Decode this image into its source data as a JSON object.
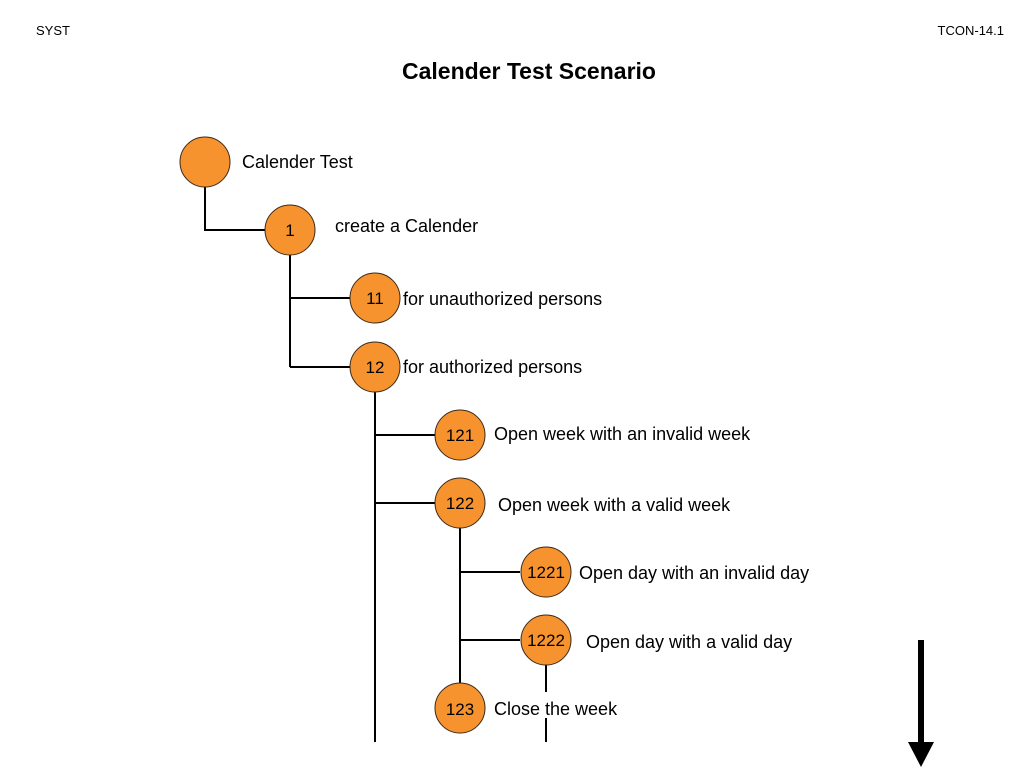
{
  "header": {
    "left": "SYST",
    "right": "TCON-14.1"
  },
  "title": "Calender Test Scenario",
  "colors": {
    "node_fill": "#F7932F",
    "line": "#000000"
  },
  "nodes": [
    {
      "id": "root",
      "number": "",
      "label": "Calender Test"
    },
    {
      "id": "1",
      "number": "1",
      "label": "create a Calender"
    },
    {
      "id": "11",
      "number": "11",
      "label": "for unauthorized persons"
    },
    {
      "id": "12",
      "number": "12",
      "label": "for authorized  persons"
    },
    {
      "id": "121",
      "number": "121",
      "label": "Open week with an invalid week"
    },
    {
      "id": "122",
      "number": "122",
      "label": "Open week with a valid week"
    },
    {
      "id": "1221",
      "number": "1221",
      "label": "Open day with an invalid day"
    },
    {
      "id": "1222",
      "number": "1222",
      "label": "Open day with a valid day"
    },
    {
      "id": "123",
      "number": "123",
      "label": "Close the week"
    }
  ],
  "arrow": {
    "icon": "down-arrow-icon",
    "meaning": "continues"
  }
}
